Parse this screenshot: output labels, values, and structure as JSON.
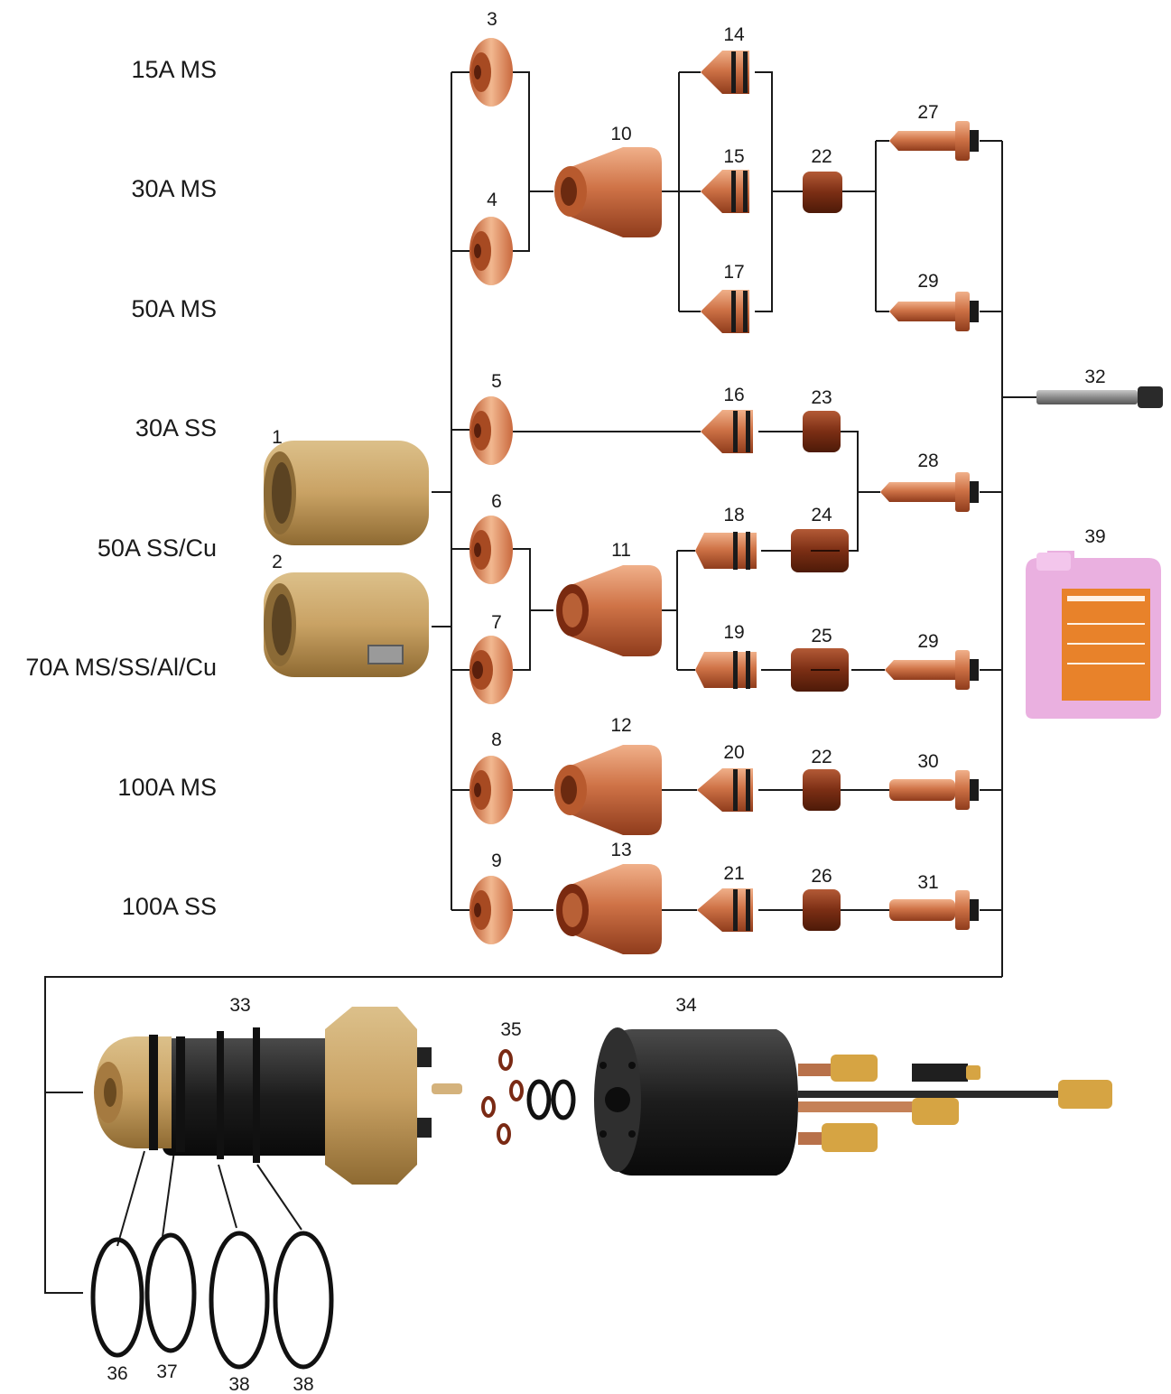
{
  "row_labels": [
    "15A MS",
    "30A MS",
    "50A MS",
    "30A SS",
    "50A SS/Cu",
    "70A MS/SS/Al/Cu",
    "100A MS",
    "100A SS"
  ],
  "part_numbers": {
    "p1": "1",
    "p2": "2",
    "p3": "3",
    "p4": "4",
    "p5": "5",
    "p6": "6",
    "p7": "7",
    "p8": "8",
    "p9": "9",
    "p10": "10",
    "p11": "11",
    "p12": "12",
    "p13": "13",
    "p14": "14",
    "p15": "15",
    "p16": "16",
    "p17": "17",
    "p18": "18",
    "p19": "19",
    "p20": "20",
    "p21": "21",
    "p22a": "22",
    "p22b": "22",
    "p23": "23",
    "p24": "24",
    "p25": "25",
    "p26": "26",
    "p27": "27",
    "p28": "28",
    "p29a": "29",
    "p29b": "29",
    "p30": "30",
    "p31": "31",
    "p32": "32",
    "p33": "33",
    "p34": "34",
    "p35": "35",
    "p36": "36",
    "p37": "37",
    "p38a": "38",
    "p38b": "38",
    "p39": "39"
  },
  "colors": {
    "copper": "#c8683c",
    "copper_dark": "#8a3417",
    "brass": "#c9a264",
    "black_body": "#1c1c1c",
    "coolant_pink": "#e9a6dc",
    "coolant_label": "#e8822a"
  },
  "icons": [
    "shield-cap-icon",
    "retaining-cap-icon",
    "shield-icon",
    "nozzle-icon",
    "swirl-ring-icon",
    "electrode-icon",
    "coolant-tube-icon",
    "torch-head-icon",
    "torch-body-icon",
    "o-ring-icon",
    "coolant-canister-icon"
  ]
}
